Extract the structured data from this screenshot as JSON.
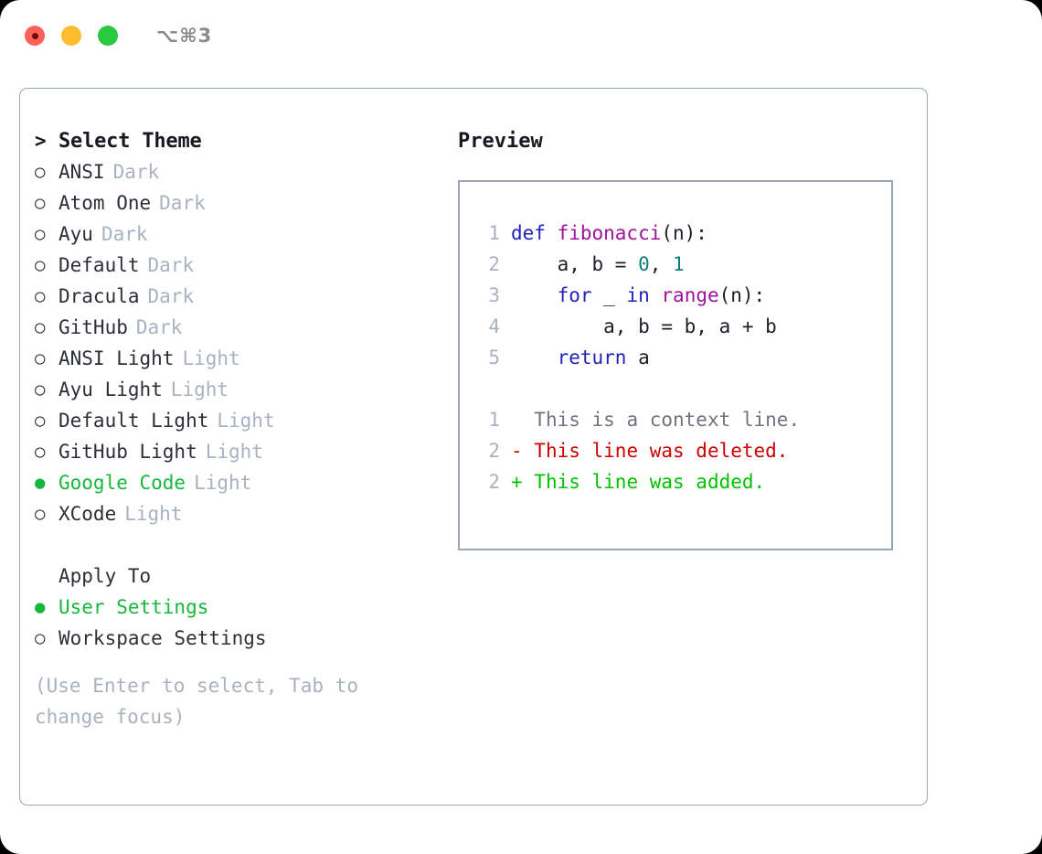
{
  "window": {
    "shortcut_label": "⌥⌘3",
    "traffic_lights": [
      "close",
      "minimize",
      "maximize"
    ]
  },
  "theme_picker": {
    "caret": ">",
    "header": "Select Theme",
    "bullet_selected": "●",
    "bullet_empty": "○",
    "items": [
      {
        "name": "ANSI",
        "tag": "Dark",
        "selected": false
      },
      {
        "name": "Atom One",
        "tag": "Dark",
        "selected": false
      },
      {
        "name": "Ayu",
        "tag": "Dark",
        "selected": false
      },
      {
        "name": "Default",
        "tag": "Dark",
        "selected": false
      },
      {
        "name": "Dracula",
        "tag": "Dark",
        "selected": false
      },
      {
        "name": "GitHub",
        "tag": "Dark",
        "selected": false
      },
      {
        "name": "ANSI Light",
        "tag": "Light",
        "selected": false
      },
      {
        "name": "Ayu Light",
        "tag": "Light",
        "selected": false
      },
      {
        "name": "Default Light",
        "tag": "Light",
        "selected": false
      },
      {
        "name": "GitHub Light",
        "tag": "Light",
        "selected": false
      },
      {
        "name": "Google Code",
        "tag": "Light",
        "selected": true
      },
      {
        "name": "XCode",
        "tag": "Light",
        "selected": false
      }
    ]
  },
  "apply_to": {
    "label": "Apply To",
    "options": [
      {
        "name": "User Settings",
        "selected": true
      },
      {
        "name": "Workspace Settings",
        "selected": false
      }
    ]
  },
  "hint": "(Use Enter to select, Tab to change focus)",
  "preview": {
    "title": "Preview",
    "code_lines": [
      {
        "num": "1",
        "tokens": [
          {
            "t": "def ",
            "c": "kw"
          },
          {
            "t": "fibonacci",
            "c": "fn"
          },
          {
            "t": "(n):",
            "c": "plain"
          }
        ]
      },
      {
        "num": "2",
        "tokens": [
          {
            "t": "    a, b = ",
            "c": "plain"
          },
          {
            "t": "0",
            "c": "num"
          },
          {
            "t": ", ",
            "c": "plain"
          },
          {
            "t": "1",
            "c": "num"
          }
        ]
      },
      {
        "num": "3",
        "tokens": [
          {
            "t": "    ",
            "c": "plain"
          },
          {
            "t": "for",
            "c": "kw"
          },
          {
            "t": " _ ",
            "c": "plain"
          },
          {
            "t": "in",
            "c": "kw"
          },
          {
            "t": " ",
            "c": "plain"
          },
          {
            "t": "range",
            "c": "fn"
          },
          {
            "t": "(n):",
            "c": "plain"
          }
        ]
      },
      {
        "num": "4",
        "tokens": [
          {
            "t": "        a, b = b, a + b",
            "c": "plain"
          }
        ]
      },
      {
        "num": "5",
        "tokens": [
          {
            "t": "    ",
            "c": "plain"
          },
          {
            "t": "return",
            "c": "kw"
          },
          {
            "t": " a",
            "c": "plain"
          }
        ]
      }
    ],
    "diff_lines": [
      {
        "num": "1",
        "marker": "  ",
        "text": "This is a context line.",
        "kind": "ctx"
      },
      {
        "num": "2",
        "marker": "- ",
        "text": "This line was deleted.",
        "kind": "del"
      },
      {
        "num": "2",
        "marker": "+ ",
        "text": "This line was added.",
        "kind": "add"
      }
    ]
  },
  "colors": {
    "accent_green": "#14b83c",
    "muted": "#a8b2c1",
    "border": "#9aa7b6",
    "keyword": "#2222bb",
    "function": "#a0109a",
    "number": "#0d7d78",
    "diff_deleted": "#cc0000",
    "diff_added": "#00c000"
  }
}
